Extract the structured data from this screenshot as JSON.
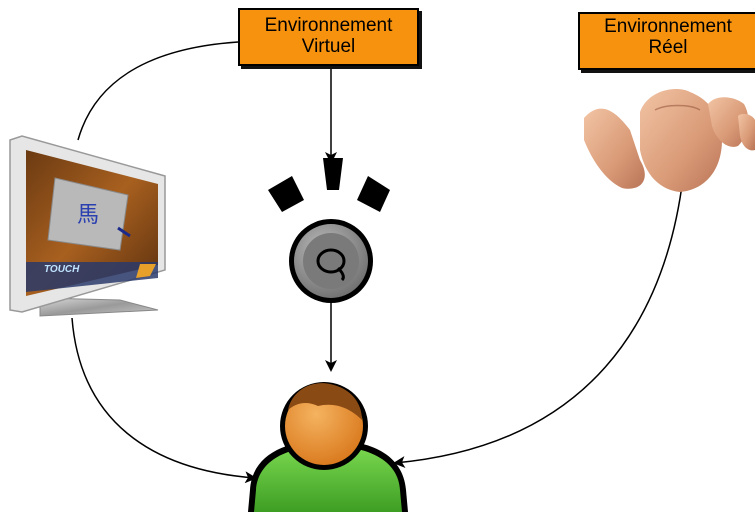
{
  "nodes": {
    "virtual_env": {
      "line1": "Environnement",
      "line2": "Virtuel"
    },
    "real_env": {
      "line1": "Environnement",
      "line2": "Réel"
    }
  },
  "screen": {
    "logo_text": "TOUCH",
    "glyph": "馬"
  },
  "colors": {
    "box_fill": "#f7920f",
    "user_head": "#e8902c",
    "user_body": "#4cb830",
    "hair": "#8a4a14",
    "speaker": "#8c8c8c"
  },
  "icons": [
    "monitor-icon",
    "speaker-icon",
    "hand-icon",
    "user-icon"
  ]
}
